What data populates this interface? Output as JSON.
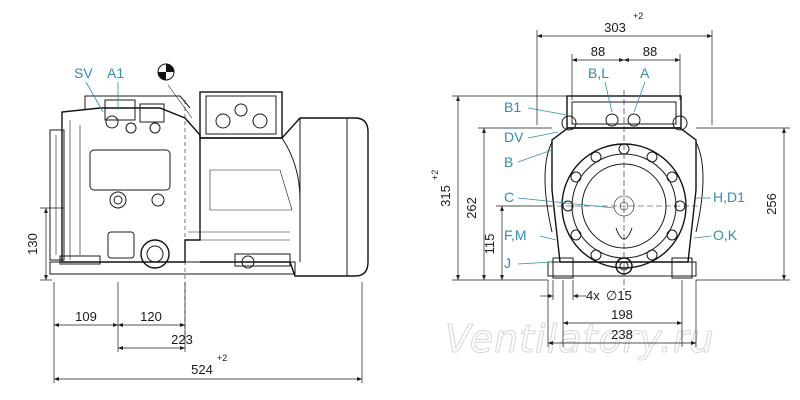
{
  "watermark": "Ventilatory.ru",
  "side_view": {
    "connection_labels": {
      "sv": "SV",
      "a1": "A1"
    },
    "dimensions": {
      "height_130": "130",
      "d109": "109",
      "d120": "120",
      "d223": "223",
      "total_length": "524",
      "total_length_tol": "+2"
    }
  },
  "front_view": {
    "connection_labels": {
      "bl": "B,L",
      "a": "A",
      "b1": "B1",
      "dv": "DV",
      "b": "B",
      "c": "C",
      "fm": "F,M",
      "j": "J",
      "hd1": "H,D1",
      "ok": "O,K"
    },
    "dimensions": {
      "width_303": "303",
      "width_303_tol": "+2",
      "d88_left": "88",
      "d88_right": "88",
      "height_315": "315",
      "height_315_tol": "+2",
      "height_262": "262",
      "height_115": "115",
      "height_256": "256",
      "holes": "4x",
      "hole_dia": "∅15",
      "d198": "198",
      "d238": "238"
    }
  },
  "colors": {
    "label_color": "#2b8fb8",
    "line_color": "#1a1a1a"
  },
  "icons": {
    "center_of_gravity": "center-of-gravity-symbol"
  }
}
